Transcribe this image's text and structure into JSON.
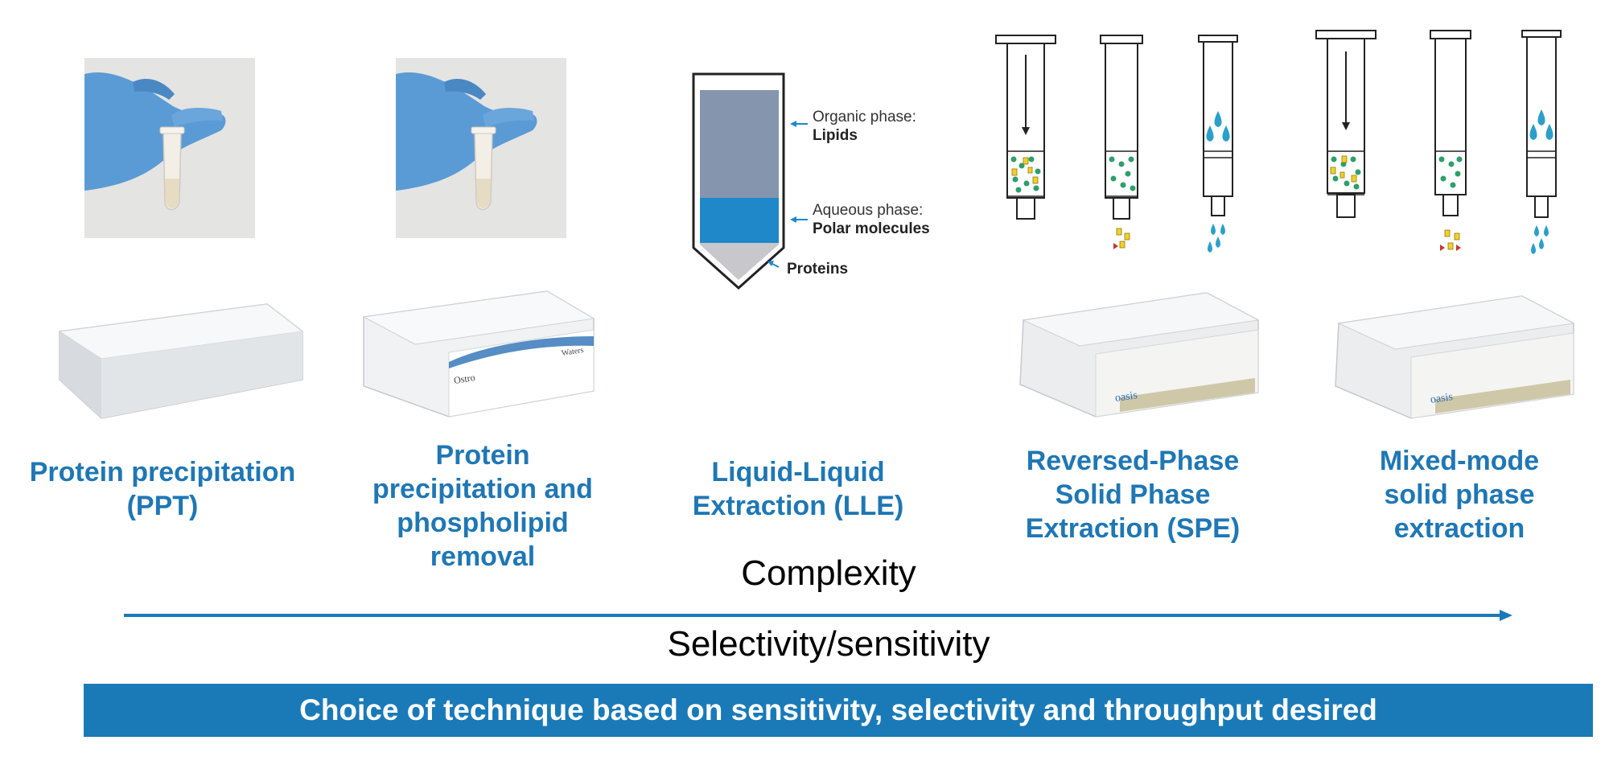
{
  "techniques": [
    {
      "id": "ppt",
      "lines": [
        "Protein precipitation",
        "(PPT)"
      ]
    },
    {
      "id": "ppt-pl",
      "lines": [
        "Protein",
        "precipitation and",
        "phospholipid",
        "removal"
      ]
    },
    {
      "id": "lle",
      "lines": [
        "Liquid-Liquid",
        "Extraction (LLE)"
      ]
    },
    {
      "id": "rp-spe",
      "lines": [
        "Reversed-Phase",
        "Solid Phase",
        "Extraction (SPE)"
      ]
    },
    {
      "id": "mm-spe",
      "lines": [
        "Mixed-mode",
        "solid phase",
        "extraction"
      ]
    }
  ],
  "lle_diagram": {
    "organic_label": "Organic phase:",
    "organic_value": "Lipids",
    "aqueous_label": "Aqueous phase:",
    "aqueous_value": "Polar molecules",
    "proteins_label": "Proteins"
  },
  "plate_labels": {
    "ostro": "Ostro",
    "waters": "Waters",
    "oasis": "oasis"
  },
  "axis": {
    "top_label": "Complexity",
    "bottom_label": "Selectivity/sensitivity"
  },
  "banner": {
    "text": "Choice of technique based on sensitivity, selectivity and throughput desired"
  },
  "colors": {
    "accent": "#1a7ab8",
    "label_blue": "#1f77b4",
    "organic_phase": "#8595ae",
    "aqueous_phase": "#1f88c9",
    "protein_layer": "#c8c8cc",
    "glove": "#5b9bd5",
    "droplet": "#2b9fc9",
    "green_particle": "#2e9e6a",
    "yellow_particle": "#f2d02b"
  }
}
